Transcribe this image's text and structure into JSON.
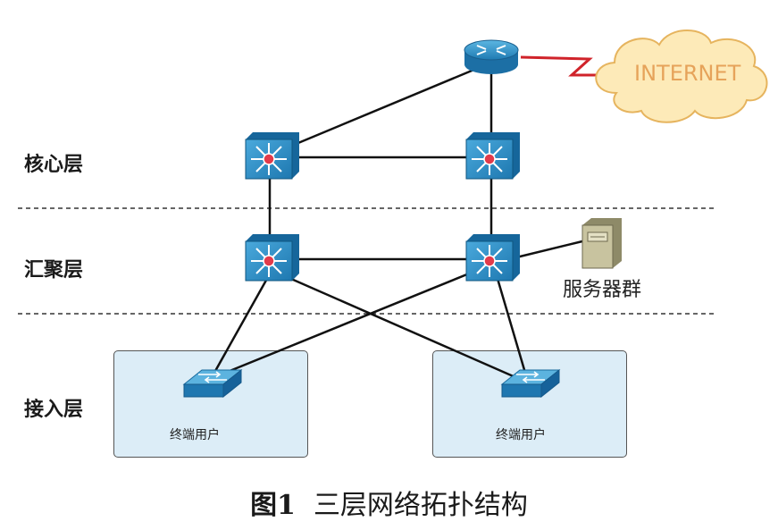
{
  "layers": {
    "core": "核心层",
    "aggregation": "汇聚层",
    "access": "接入层"
  },
  "internet_label": "INTERNET",
  "server_label": "服务器群",
  "access_left_label": "终端用户",
  "access_right_label": "终端用户",
  "caption": {
    "number": "图1",
    "title": "三层网络拓扑结构"
  },
  "colors": {
    "switch_blue": "#2b8fc4",
    "access_fill": "#dcedf7",
    "cloud_fill": "#fdeab8",
    "wan_red": "#d0232a"
  }
}
